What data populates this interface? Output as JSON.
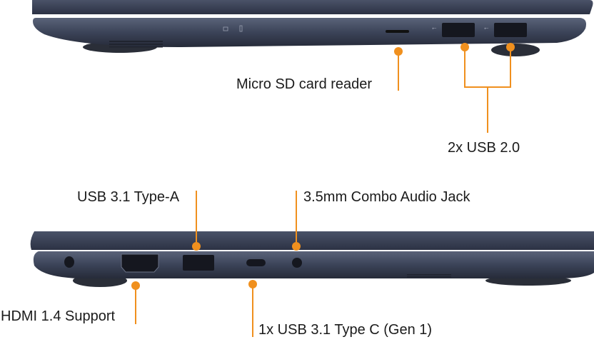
{
  "colors": {
    "accent": "#f0901e",
    "chassis": "#3a4257",
    "chassis_dark": "#272c3b",
    "port": "#15171f"
  },
  "top_view": {
    "labels": {
      "sd_reader": "Micro SD card reader",
      "usb20": "2x USB 2.0"
    }
  },
  "bottom_view": {
    "labels": {
      "usb_a": "USB 3.1 Type-A",
      "audio": "3.5mm Combo Audio Jack",
      "hdmi": "HDMI 1.4 Support",
      "usb_c": "1x USB 3.1 Type C (Gen 1)"
    }
  }
}
